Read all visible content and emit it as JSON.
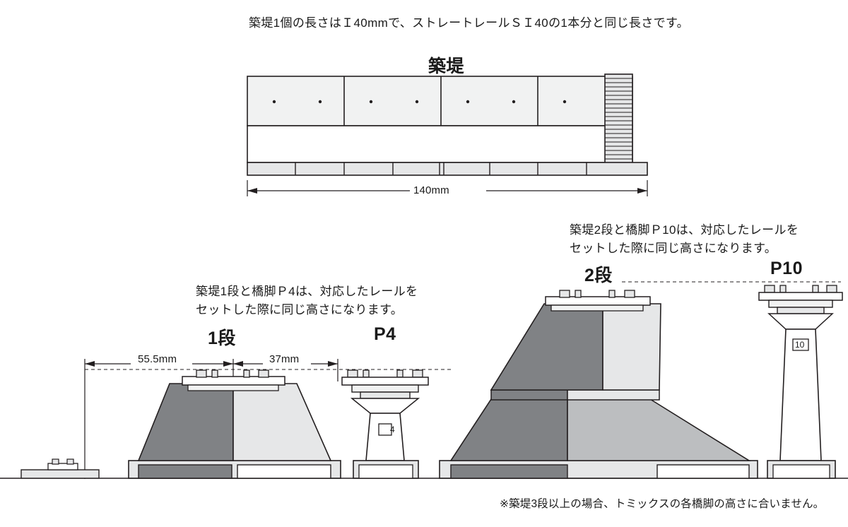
{
  "page": {
    "top_caption": "築堤1個の長さはＩ40mmで、ストレートレールＳＩ40の1本分と同じ長さです。",
    "embankment_title": "築堤",
    "embankment_length": "140mm",
    "note_p4": "築堤1段と橋脚Ｐ4は、対応したレールを\nセットした際に同じ高さになります。",
    "note_p10": "築堤2段と橋脚Ｐ10は、対応したレールを\nセットした際に同じ高さになります。",
    "label_1dan": "1段",
    "label_p4": "P4",
    "label_2dan": "2段",
    "label_p10": "P10",
    "dim_555": "55.5mm",
    "dim_37": "37mm",
    "pier_p4_number": "4",
    "pier_p10_number": "10",
    "footnote": "※築堤3段以上の場合、トミックスの各橋脚の高さに合いません。"
  },
  "colors": {
    "outline": "#231f20",
    "dark_gray": "#808285",
    "mid_gray": "#bcbec0",
    "light_gray": "#e6e7e8",
    "pale_gray": "#f1f2f2",
    "white": "#ffffff"
  }
}
